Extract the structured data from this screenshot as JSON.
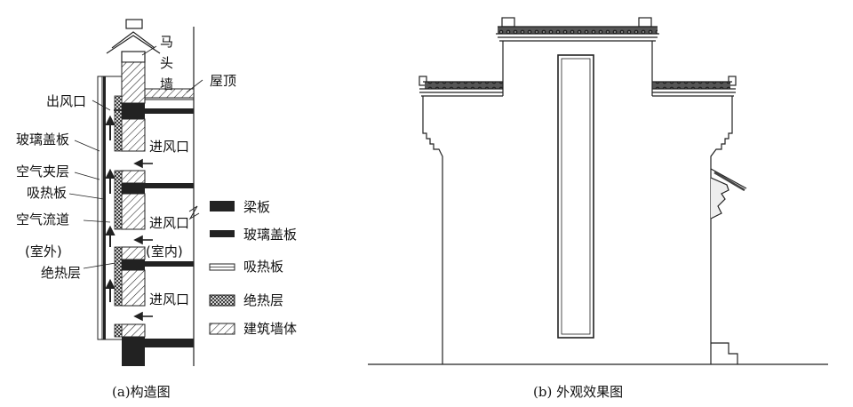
{
  "figure_a": {
    "caption": "(a)构造图",
    "labels": {
      "horse_head_wall": [
        "马",
        "头",
        "墙"
      ],
      "roof": "屋顶",
      "outlet": "出风口",
      "glass_cover": "玻璃盖板",
      "air_cavity": "空气夹层",
      "absorber": "吸热板",
      "air_channel": "空气流道",
      "outdoor": "(室外)",
      "insulation": "绝热层",
      "inlet_1": "进风口",
      "inlet_2": "进风口",
      "indoor": "(室内)",
      "inlet_3": "进风口"
    },
    "legend": [
      {
        "label": "梁板",
        "pattern": "solid-dark"
      },
      {
        "label": "玻璃盖板",
        "pattern": "solid-dark-thin"
      },
      {
        "label": "吸热板",
        "pattern": "double-line"
      },
      {
        "label": "绝热层",
        "pattern": "crosshatch"
      },
      {
        "label": "建筑墙体",
        "pattern": "diagonal-hatch"
      }
    ]
  },
  "figure_b": {
    "caption": "(b) 外观效果图"
  }
}
